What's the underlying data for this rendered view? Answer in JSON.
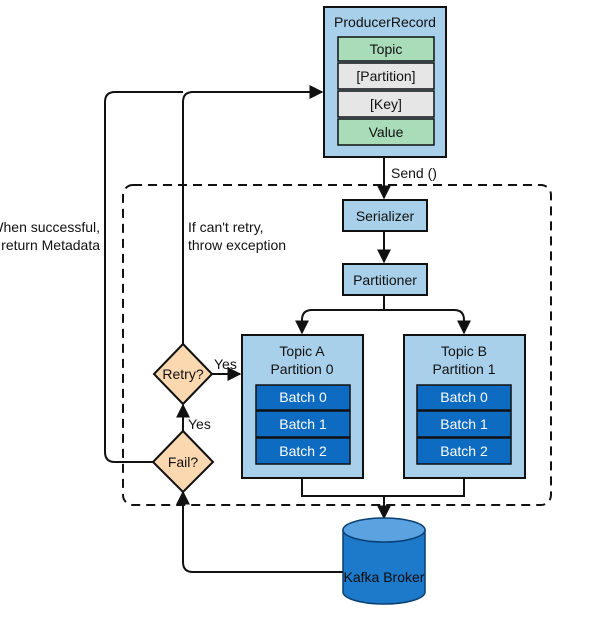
{
  "producer_record": {
    "title": "ProducerRecord",
    "fields": [
      "Topic",
      "[Partition]",
      "[Key]",
      "Value"
    ]
  },
  "send_label": "Send ()",
  "serializer_label": "Serializer",
  "partitioner_label": "Partitioner",
  "partitions": [
    {
      "title_line1": "Topic A",
      "title_line2": "Partition 0",
      "batches": [
        "Batch 0",
        "Batch 1",
        "Batch 2"
      ]
    },
    {
      "title_line1": "Topic B",
      "title_line2": "Partition 1",
      "batches": [
        "Batch 0",
        "Batch 1",
        "Batch 2"
      ]
    }
  ],
  "retry_label": "Retry?",
  "fail_label": "Fail?",
  "yes_retry": "Yes",
  "yes_fail": "Yes",
  "success_note": {
    "line1": "When successful,",
    "line2": "return Metadata"
  },
  "exception_note": {
    "line1": "If can't retry,",
    "line2": "throw exception"
  },
  "broker_label": "Kafka Broker",
  "colors": {
    "box_blue": "#a8d0ea",
    "box_blue_border": "#111111",
    "field_green": "#a9dcb8",
    "field_gray": "#e6e6e6",
    "batch_blue": "#0d6bc1",
    "diamond_fill": "#fbd8b0",
    "cylinder_blue": "#1d79c9"
  }
}
